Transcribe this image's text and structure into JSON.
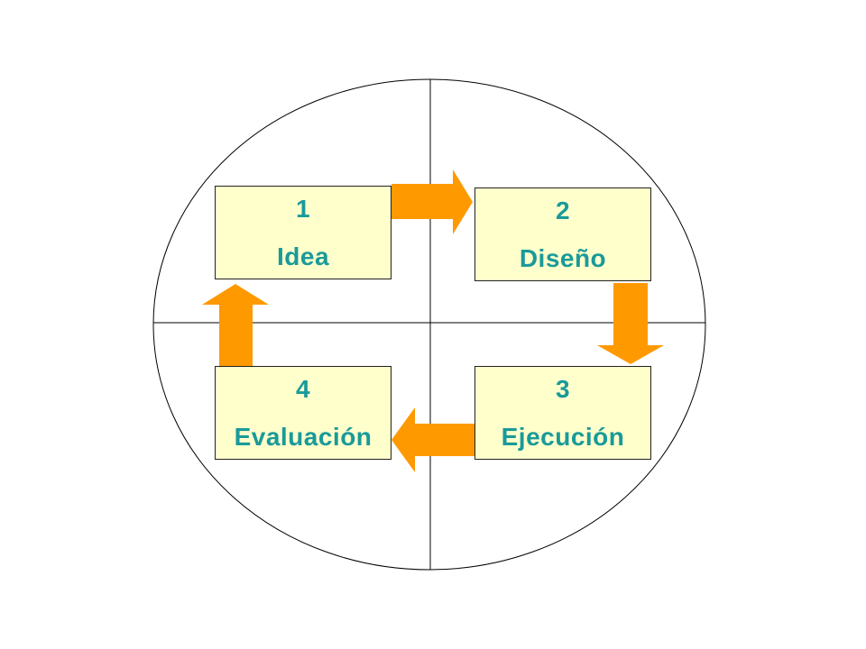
{
  "colors": {
    "box_fill": "#ffffcc",
    "text": "#1a9a9a",
    "arrow": "#ff9900",
    "line": "#000000"
  },
  "steps": [
    {
      "number": "1",
      "label": "Idea"
    },
    {
      "number": "2",
      "label": "Diseño"
    },
    {
      "number": "3",
      "label": "Ejecución"
    },
    {
      "number": "4",
      "label": "Evaluación"
    }
  ],
  "arrows": [
    {
      "from": "1",
      "to": "2",
      "direction": "right"
    },
    {
      "from": "2",
      "to": "3",
      "direction": "down"
    },
    {
      "from": "3",
      "to": "4",
      "direction": "left"
    },
    {
      "from": "4",
      "to": "1",
      "direction": "up"
    }
  ]
}
